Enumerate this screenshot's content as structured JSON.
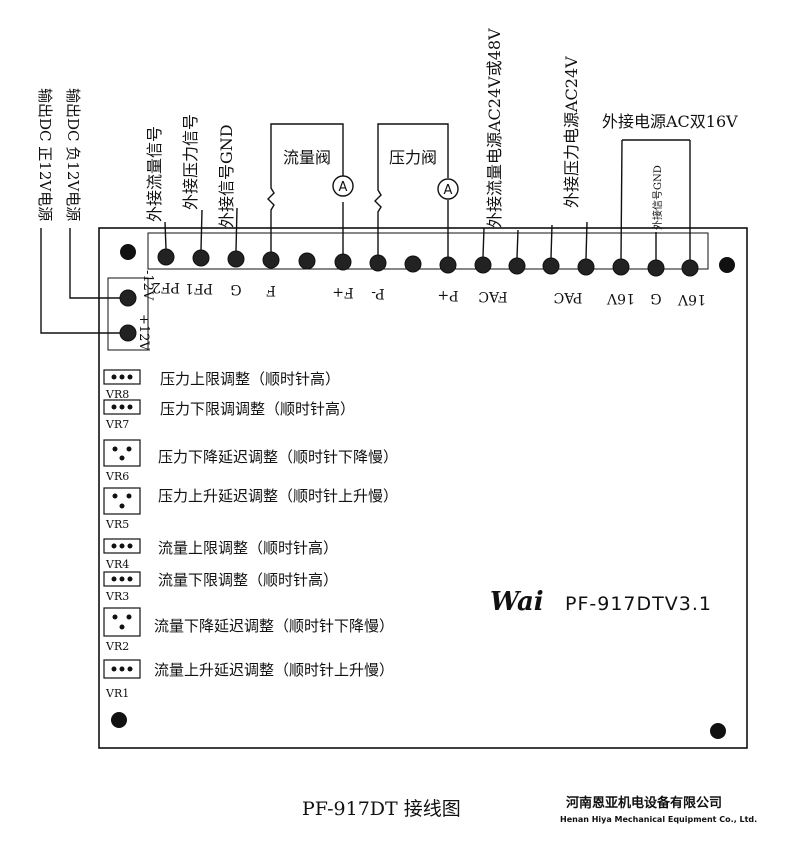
{
  "top_labels": [
    "外接流量信号",
    "外接压力信号",
    "外接信号GND",
    "外接流量电源AC24V或48V",
    "外接压力电源AC24V",
    "外接信号GND",
    "外接电源AC双16V"
  ],
  "valves": {
    "flow": "流量阀",
    "pressure": "压力阀",
    "ammeter": "A"
  },
  "left_labels": {
    "dc_positive": "输出DC 正12V电源",
    "dc_negative": "输出DC 负12V电源"
  },
  "terminals": [
    "PF2",
    "PF1",
    "G",
    "F",
    "F+",
    "P-",
    "P+",
    "FAC",
    "PAC",
    "16V",
    "G",
    "16V"
  ],
  "power_terminals": {
    "neg": "-12V",
    "pos": "+12V"
  },
  "pots": [
    {
      "id": "VR8",
      "desc": "压力上限调整（顺时针高）"
    },
    {
      "id": "VR7",
      "desc": "压力下限调调整（顺时针高）"
    },
    {
      "id": "VR6",
      "desc": "压力下降延迟调整（顺时针下降慢）"
    },
    {
      "id": "VR5",
      "desc": "压力上升延迟调整（顺时针上升慢）"
    },
    {
      "id": "VR4",
      "desc": "流量上限调整（顺时针高）"
    },
    {
      "id": "VR3",
      "desc": "流量下限调整（顺时针高）"
    },
    {
      "id": "VR2",
      "desc": "流量下降延迟调整（顺时针下降慢）"
    },
    {
      "id": "VR1",
      "desc": "流量上升延迟调整（顺时针上升慢）"
    }
  ],
  "brand": {
    "logo": "Wai",
    "model": "PF-917DTV3.1"
  },
  "footer": {
    "title": "PF-917DT  接线图",
    "company_cn": "河南恩亚机电设备有限公司",
    "company_en": "Henan Hiya Mechanical Equipment Co., Ltd."
  }
}
